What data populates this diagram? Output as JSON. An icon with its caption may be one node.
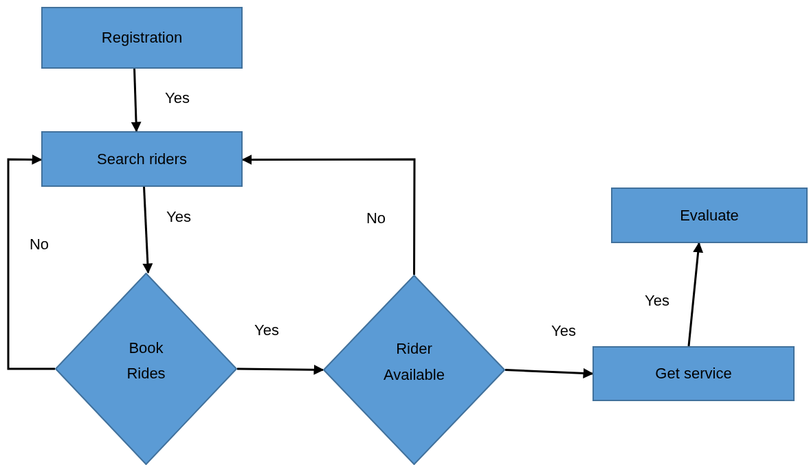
{
  "diagram": {
    "nodes": [
      {
        "text": [
          "Registration"
        ]
      },
      {
        "text": [
          "Search riders"
        ]
      },
      {
        "text": [
          "Book Rides"
        ]
      },
      {
        "text": [
          "Rider Available"
        ]
      },
      {
        "text": [
          "Get service"
        ]
      },
      {
        "text": [
          "Evaluate"
        ]
      }
    ],
    "edges": [
      {
        "from": 0,
        "to": 1,
        "arrow": "to",
        "label": "Yes"
      },
      {
        "from": 1,
        "to": 2,
        "arrow": "to",
        "label": "Yes"
      },
      {
        "from": 2,
        "to": 1,
        "arrow": "to",
        "label": "No"
      },
      {
        "from": 2,
        "to": 3,
        "arrow": "to",
        "label": "Yes"
      },
      {
        "from": 3,
        "to": 1,
        "arrow": "to",
        "label": "No"
      },
      {
        "from": 3,
        "to": 4,
        "arrow": "to",
        "label": "Yes"
      },
      {
        "from": 4,
        "to": 5,
        "arrow": "to",
        "label": "Yes"
      }
    ]
  }
}
